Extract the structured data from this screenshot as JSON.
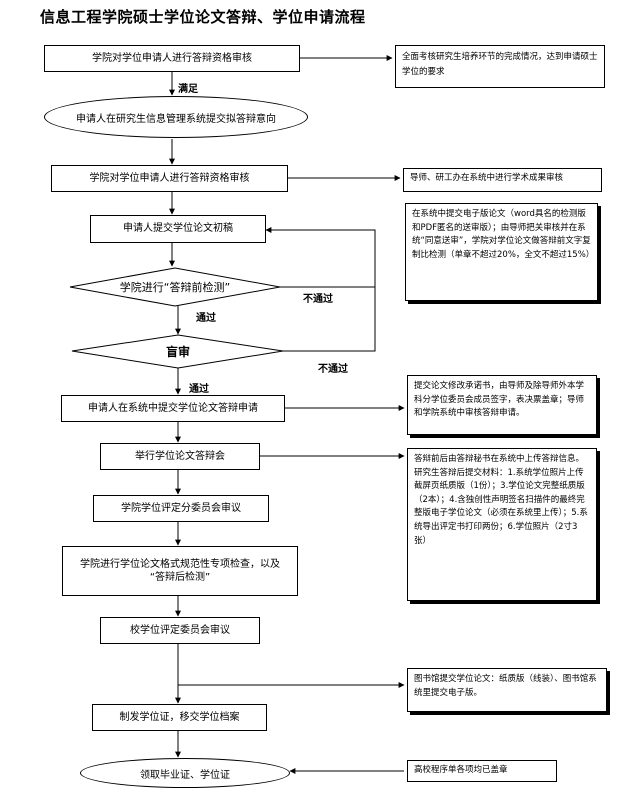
{
  "title": "信息工程学院硕士学位论文答辩、学位申请流程",
  "steps": {
    "s1": "学院对学位申请人进行答辩资格审核",
    "s2": "申请人在研究生信息管理系统提交拟答辩意向",
    "s3": "学院对学位申请人进行答辩资格审核",
    "s4": "申请人提交学位论文初稿",
    "d1": "学院进行“答辩前检测”",
    "d2": "盲审",
    "s5": "申请人在系统中提交学位论文答辩申请",
    "s6": "举行学位论文答辩会",
    "s7": "学院学位评定分委员会审议",
    "s8_line1": "学院进行学位论文格式规范性专项检查，以及",
    "s8_line2": "“答辩后检测”",
    "s9": "校学位评定委员会审议",
    "s10": "制发学位证，移交学位档案",
    "s11": "领取毕业证、学位证"
  },
  "labels": {
    "satisfy": "满足",
    "pass1": "通过",
    "fail1": "不通过",
    "pass2": "通过",
    "fail2": "不通过"
  },
  "notes": {
    "n1": "全面考核研究生培养环节的完成情况，达到申请硕士学位的要求",
    "n2": "导师、研工办在系统中进行学术成果审核",
    "n3": "在系统中提交电子版论文（word具名的检测版和PDF匿名的送审版）；由导师把关审核并在系统“同意送审”，学院对学位论文做答辩前文字复制比检测（单章不超过20%，全文不超过15%）",
    "n4": "提交论文修改承诺书，由导师及除导师外本学科分学位委员会成员签字，表决票盖章；导师和学院系统中审核答辩申请。",
    "n5_line1": "答辩前后由答辩秘书在系统中上传答辩信息。",
    "n5_line2": "研究生答辩后提交材料：1.系统学位照片上传截屏页纸质版（1份）；3.学位论文完整纸质版（2本）；4.含独创性声明签名扫描件的最终完整版电子学位论文（必须在系统里上传）；5.系统导出评定书打印两份；6.学位照片（2寸3张）",
    "n6": "图书馆提交学位论文：纸质版（线装）、图书馆系统里提交电子版。",
    "n7": "高校程序单各项均已盖章"
  }
}
